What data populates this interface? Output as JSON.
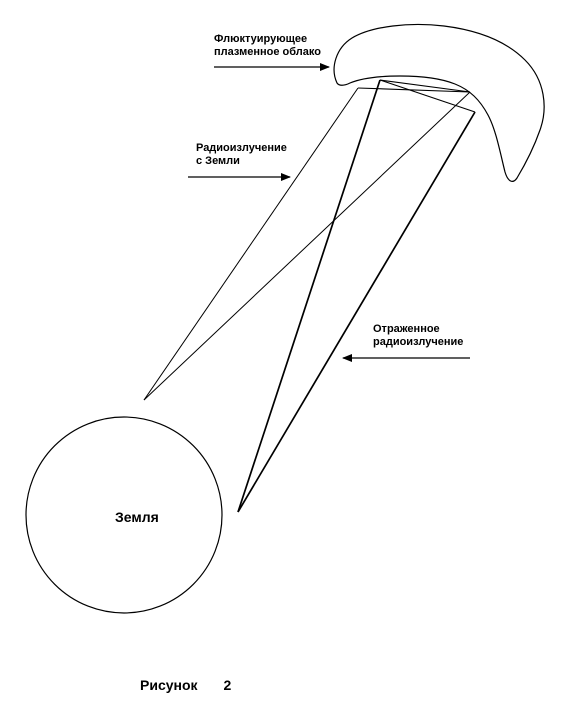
{
  "labels": {
    "cloud": [
      "Флюктуирующее",
      "плазменное облако"
    ],
    "radio": [
      "Радиоизлучение",
      "с Земли"
    ],
    "reflected": [
      "Отраженное",
      "радиоизлучение"
    ],
    "earth": "Земля",
    "figure_word": "Рисунок",
    "figure_number": "2"
  },
  "colors": {
    "stroke": "#000000",
    "background": "#ffffff"
  }
}
